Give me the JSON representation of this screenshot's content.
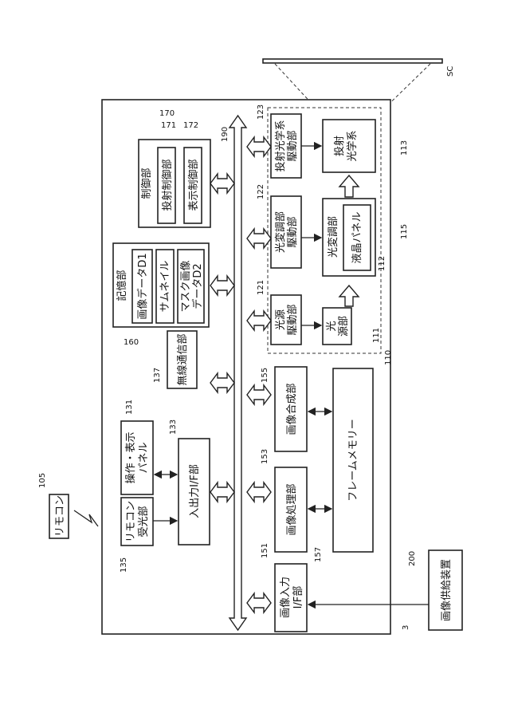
{
  "blocks": {
    "control": {
      "label": "制御部",
      "ref": "170"
    },
    "projection_control": {
      "label": "投射制御部",
      "ref": "171"
    },
    "display_control": {
      "label": "表示制御部",
      "ref": "172"
    },
    "storage": {
      "label": "記憶部",
      "ref": "160"
    },
    "image_data": {
      "label": "画像データD1"
    },
    "thumbnail": {
      "label": "サムネイル"
    },
    "mask_image": {
      "line1": "マスク画像",
      "line2": "データD2"
    },
    "wireless": {
      "label": "無線通信部",
      "ref": "137"
    },
    "panel": {
      "line1": "操作・表示",
      "line2": "パネル",
      "ref": "131"
    },
    "remote_receiver": {
      "line1": "リモコン",
      "line2": "受光部",
      "ref": "135"
    },
    "io_if": {
      "label": "入出力I/F部",
      "ref": "133"
    },
    "remote": {
      "label": "リモコン",
      "ref": "105"
    },
    "image_input_if": {
      "line1": "画像入力",
      "line2": "I/F部",
      "ref": "151"
    },
    "image_processing": {
      "label": "画像処理部",
      "ref": "153"
    },
    "image_compositing": {
      "label": "画像合成部",
      "ref": "155"
    },
    "frame_memory": {
      "label": "フレームメモリー",
      "ref": "157"
    },
    "image_supply": {
      "label": "画像供給装置",
      "ref": "200"
    },
    "light_source_driver": {
      "line1": "光源",
      "line2": "駆動部",
      "ref": "121"
    },
    "modulator_driver": {
      "line1": "光変調部",
      "line2": "駆動部",
      "ref": "122"
    },
    "optics_driver": {
      "line1": "投射光学系",
      "line2": "駆動部",
      "ref": "123"
    },
    "light_source": {
      "line1": "光",
      "line2": "源部",
      "ref": "111"
    },
    "modulator": {
      "label": "光変調部",
      "ref": "112"
    },
    "lcd_panel": {
      "label": "液晶パネル",
      "ref": "115"
    },
    "projection_optics": {
      "line1": "投射",
      "line2": "光学系",
      "ref": "113"
    }
  },
  "refs": {
    "bus": "190",
    "projection_unit": "110",
    "cable": "3",
    "screen": "SC"
  }
}
